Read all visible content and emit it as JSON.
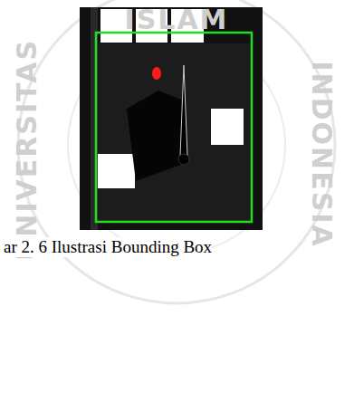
{
  "diagram": {
    "caption": "ar 2. 6 Ilustrasi Bounding Box",
    "labels": [
      "ISLAM",
      "INDONESIA",
      "UNIVERSITAS"
    ]
  }
}
